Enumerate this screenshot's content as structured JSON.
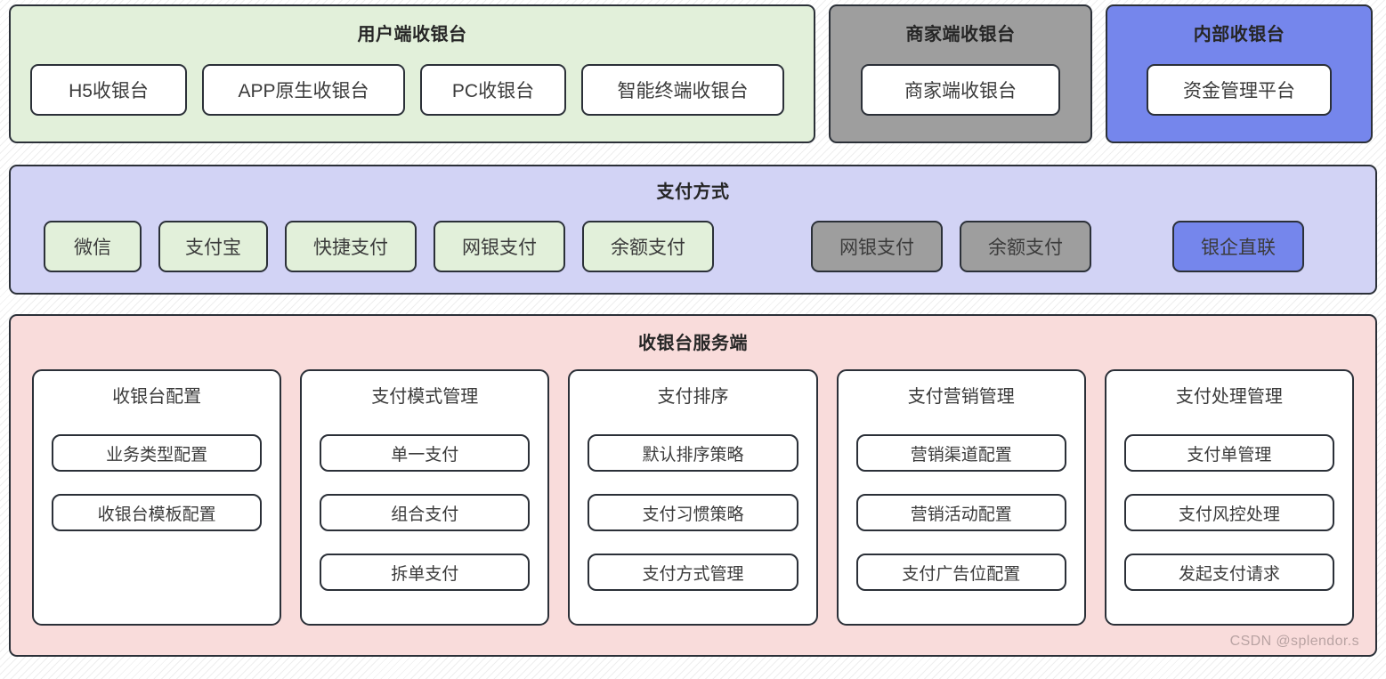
{
  "sections": {
    "consumer": {
      "title": "用户端收银台",
      "color": "#e2f0da",
      "nodes": [
        "H5收银台",
        "APP原生收银台",
        "PC收银台",
        "智能终端收银台"
      ]
    },
    "merchant": {
      "title": "商家端收银台",
      "color": "#9e9e9e",
      "nodes": [
        "商家端收银台"
      ]
    },
    "internal": {
      "title": "内部收银台",
      "color": "#7586ec",
      "nodes": [
        "资金管理平台"
      ]
    },
    "payment": {
      "title": "支付方式",
      "color": "#d2d3f5",
      "group_green": [
        "微信",
        "支付宝",
        "快捷支付",
        "网银支付",
        "余额支付"
      ],
      "group_grey": [
        "网银支付",
        "余额支付"
      ],
      "group_blue": [
        "银企直联"
      ]
    },
    "service": {
      "title": "收银台服务端",
      "color": "#f9dcdb",
      "columns": [
        {
          "title": "收银台配置",
          "items": [
            "业务类型配置",
            "收银台模板配置"
          ]
        },
        {
          "title": "支付模式管理",
          "items": [
            "单一支付",
            "组合支付",
            "拆单支付"
          ]
        },
        {
          "title": "支付排序",
          "items": [
            "默认排序策略",
            "支付习惯策略",
            "支付方式管理"
          ]
        },
        {
          "title": "支付营销管理",
          "items": [
            "营销渠道配置",
            "营销活动配置",
            "支付广告位配置"
          ]
        },
        {
          "title": "支付处理管理",
          "items": [
            "支付单管理",
            "支付风控处理",
            "发起支付请求"
          ]
        }
      ]
    }
  },
  "watermark": "CSDN @splendor.s"
}
